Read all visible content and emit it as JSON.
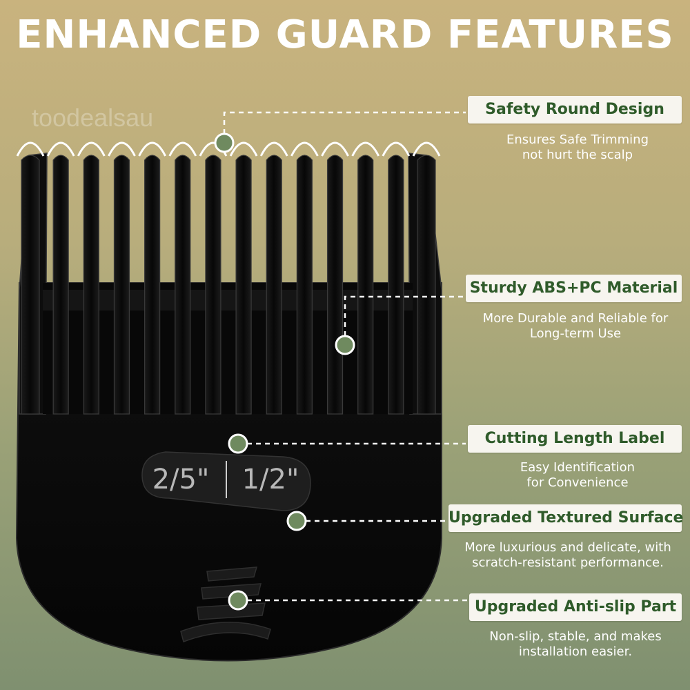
{
  "title": "ENHANCED GUARD FEATURES",
  "watermark": "toodealsau",
  "guard": {
    "length_left": "2/5\"",
    "length_right": "1/2\"",
    "color": "#0c0c0c"
  },
  "accent_colors": {
    "dot": "#6f8a5f",
    "label_text": "#2f5b2a",
    "label_bg": "#f7f5ef"
  },
  "features": [
    {
      "label": "Safety Round Design",
      "desc_lines": [
        "Ensures Safe Trimming",
        "not hurt the scalp"
      ]
    },
    {
      "label": "Sturdy ABS+PC Material",
      "desc_lines": [
        "More Durable and Reliable for",
        "Long-term Use"
      ]
    },
    {
      "label": "Cutting Length Label",
      "desc_lines": [
        "Easy Identification",
        "for Convenience"
      ]
    },
    {
      "label": "Upgraded Textured Surface",
      "desc_lines": [
        "More luxurious and delicate, with",
        "scratch-resistant performance."
      ]
    },
    {
      "label": "Upgraded Anti-slip Part",
      "desc_lines": [
        "Non-slip, stable, and makes",
        "installation easier."
      ]
    }
  ]
}
